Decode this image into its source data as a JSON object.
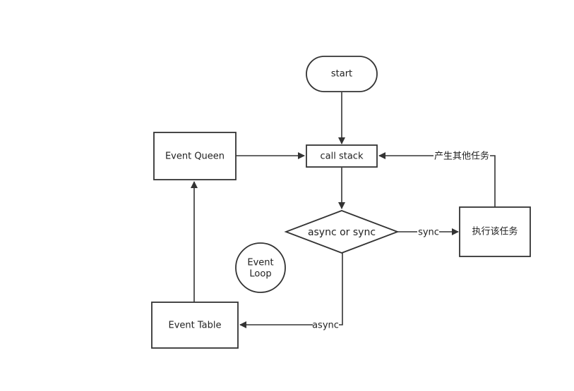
{
  "diagram": {
    "nodes": {
      "start": "start",
      "call_stack": "call stack",
      "decision": "async or sync",
      "event_queen": "Event Queen",
      "event_table": "Event Table",
      "execute_task": "执行该任务",
      "event_loop_line1": "Event",
      "event_loop_line2": "Loop"
    },
    "edges": {
      "sync_label": "sync",
      "async_label": "async",
      "produce_tasks_label": "产生其他任务"
    }
  }
}
